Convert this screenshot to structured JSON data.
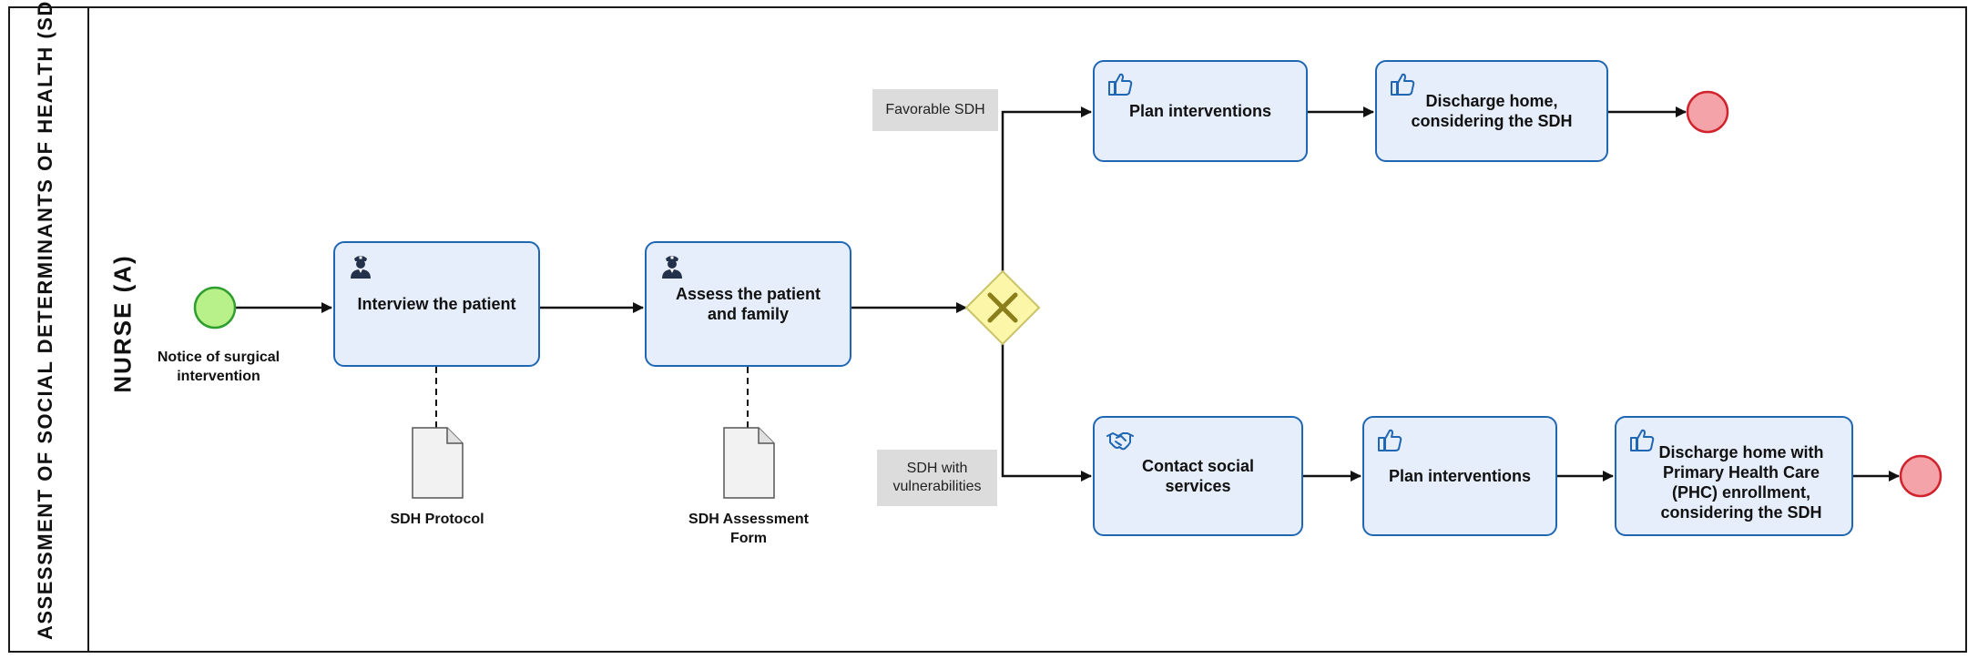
{
  "pool": {
    "label": "ASSESSMENT OF SOCIAL DETERMINANTS OF HEALTH (SDH)"
  },
  "lane": {
    "label": "NURSE (A)"
  },
  "start_event": {
    "label": "Notice of surgical intervention",
    "color": "#b8f08a"
  },
  "tasks": {
    "interview": {
      "label": "Interview the patient",
      "icon": "nurse-icon"
    },
    "assess": {
      "label": "Assess the patient and family",
      "icon": "nurse-icon"
    },
    "plan_top": {
      "label": "Plan interventions",
      "icon": "thumbs-up-icon"
    },
    "discharge_top": {
      "label": "Discharge home, considering the SDH",
      "icon": "thumbs-up-icon"
    },
    "contact": {
      "label": "Contact social services",
      "icon": "handshake-icon"
    },
    "plan_bottom": {
      "label": "Plan interventions",
      "icon": "thumbs-up-icon"
    },
    "discharge_bottom": {
      "label": "Discharge home with Primary Health Care (PHC) enrollment, considering the SDH",
      "icon": "thumbs-up-icon"
    }
  },
  "gateway": {
    "type": "exclusive",
    "color": "#fbf6a8"
  },
  "gateway_labels": {
    "favorable": "Favorable SDH",
    "vulnerable": "SDH with vulnerabilities"
  },
  "data_objects": {
    "protocol": {
      "label": "SDH Protocol"
    },
    "form": {
      "label": "SDH Assessment Form"
    }
  },
  "end_event": {
    "color": "#f4a4a8"
  },
  "colors": {
    "task_fill": "#e6eefb",
    "task_border": "#1f66b3",
    "end_border": "#d0242e",
    "start_border": "#2e9e2e"
  }
}
